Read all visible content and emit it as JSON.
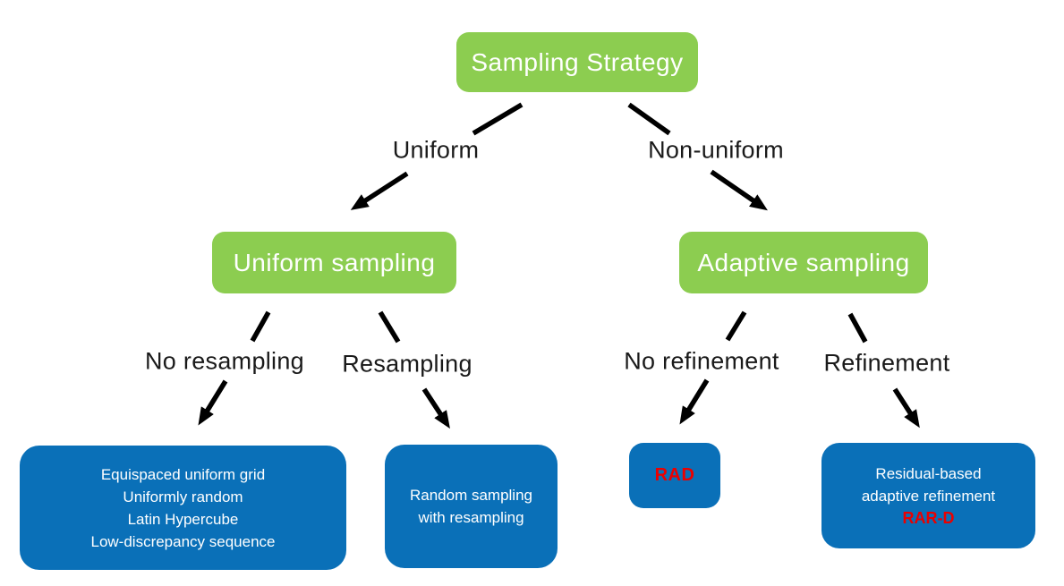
{
  "colors": {
    "node_green": "#8CCD50",
    "node_blue": "#0A70B8",
    "text_white": "#FFFFFF",
    "label_black": "#1A1A1A",
    "highlight_red": "#EB0000",
    "arrow": "#000000"
  },
  "tree": {
    "root": {
      "label": "Sampling Strategy"
    },
    "edge_labels": {
      "uniform": "Uniform",
      "non_uniform": "Non-uniform",
      "no_resampling": "No resampling",
      "resampling": "Resampling",
      "no_refinement": "No refinement",
      "refinement": "Refinement"
    },
    "level2": {
      "uniform_sampling": {
        "label": "Uniform sampling"
      },
      "adaptive_sampling": {
        "label": "Adaptive sampling"
      }
    },
    "leaves": {
      "uniform_methods": {
        "lines": [
          "Equispaced uniform grid",
          "Uniformly random",
          "Latin Hypercube",
          "Low-discrepancy sequence"
        ]
      },
      "random_resampling": {
        "lines": [
          "Random sampling",
          "with resampling"
        ]
      },
      "rad": {
        "highlight": "RAD"
      },
      "rar_d": {
        "lines": [
          "Residual-based",
          "adaptive refinement"
        ],
        "highlight": "RAR-D"
      }
    }
  }
}
